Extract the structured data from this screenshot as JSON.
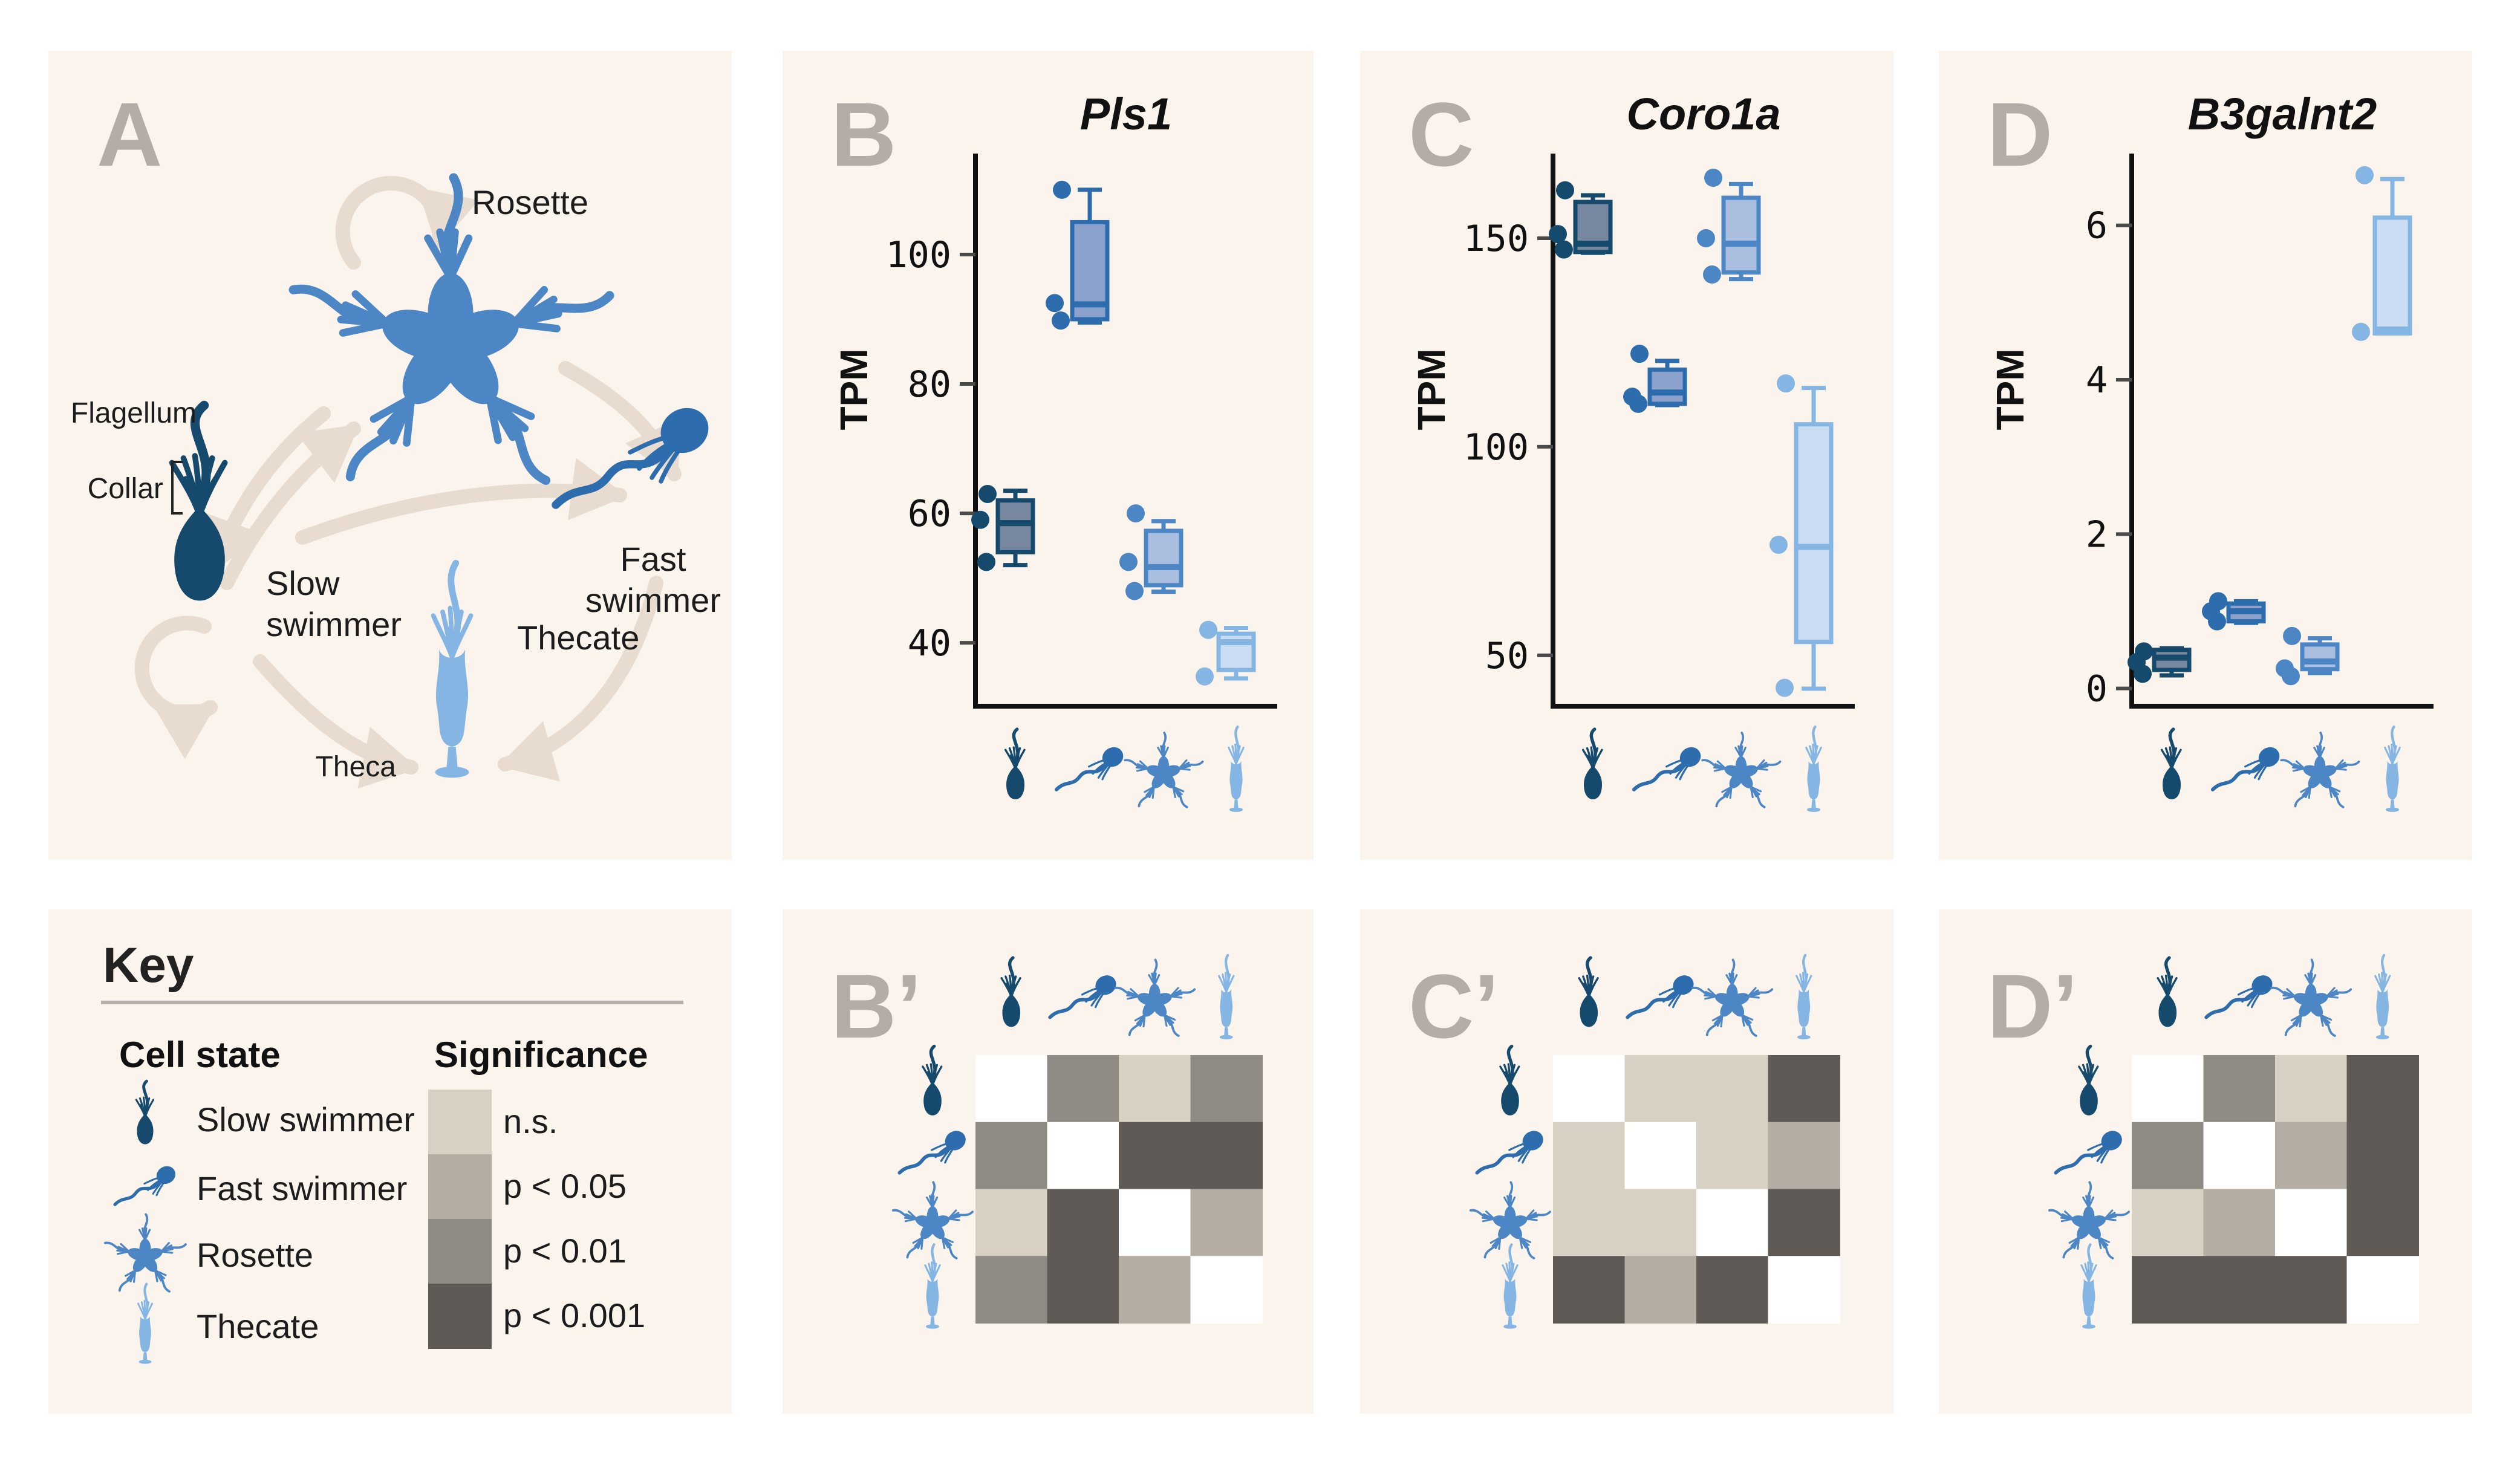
{
  "page": {
    "background": "#ffffff",
    "panel_background": "#fbf4ec",
    "letter_color": "#b4aca7",
    "arrow_color": "#e8dcd0",
    "text_color": "#1c1c1c"
  },
  "cell_states": [
    {
      "id": "slow",
      "label": "Slow swimmer",
      "color": "#164a6d",
      "box_fill": "#76879f"
    },
    {
      "id": "fast",
      "label": "Fast swimmer",
      "color": "#2d6dad",
      "box_fill": "#8ca2cd"
    },
    {
      "id": "rosette",
      "label": "Rosette",
      "color": "#4d86c5",
      "box_fill": "#aabedf"
    },
    {
      "id": "thecate",
      "label": "Thecate",
      "color": "#85b6e3",
      "box_fill": "#c9dcf2"
    }
  ],
  "significance_levels": [
    {
      "label": "n.s.",
      "color": "#d8d1c3"
    },
    {
      "label": "p < 0.05",
      "color": "#b5aca4"
    },
    {
      "label": "p < 0.01",
      "color": "#908a84"
    },
    {
      "label": "p < 0.001",
      "color": "#5f5a56"
    }
  ],
  "panel_a": {
    "letter": "A",
    "labels": {
      "rosette": "Rosette",
      "flagellum": "Flagellum",
      "collar": "Collar",
      "slow_line1": "Slow",
      "slow_line2": "swimmer",
      "fast_line1": "Fast",
      "fast_line2": "swimmer",
      "thecate": "Thecate",
      "theca": "Theca"
    }
  },
  "key": {
    "title": "Key",
    "cell_state_header": "Cell state",
    "significance_header": "Significance"
  },
  "chart_data": [
    {
      "panel": "B",
      "type": "boxplot",
      "title": "Pls1",
      "ylabel": "TPM",
      "groups": [
        "Slow swimmer",
        "Fast swimmer",
        "Rosette",
        "Thecate"
      ],
      "yticks": [
        40,
        60,
        80,
        100
      ],
      "ylim": [
        30.2,
        115.6
      ],
      "grid": false,
      "boxes": [
        {
          "whislo": 52,
          "q1": 54,
          "med": 58.5,
          "q3": 62,
          "whishi": 63.5,
          "points": [
            63,
            59,
            52.5
          ]
        },
        {
          "whislo": 89.5,
          "q1": 90,
          "med": 92.3,
          "q3": 105,
          "whishi": 110,
          "points": [
            110,
            92.5,
            89.8
          ]
        },
        {
          "whislo": 47.9,
          "q1": 48.9,
          "med": 51.7,
          "q3": 57.3,
          "whishi": 58.8,
          "points": [
            60,
            52.5,
            48
          ]
        },
        {
          "whislo": 34.5,
          "q1": 35.8,
          "med": 40.1,
          "q3": 41.4,
          "whishi": 42.3,
          "points": [
            42,
            34.8
          ]
        }
      ]
    },
    {
      "panel": "C",
      "type": "boxplot",
      "title": "Coro1a",
      "ylabel": "TPM",
      "groups": [
        "Slow swimmer",
        "Fast swimmer",
        "Rosette",
        "Thecate"
      ],
      "yticks": [
        50,
        100,
        150
      ],
      "ylim": [
        37.8,
        170.3
      ],
      "grid": false,
      "boxes": [
        {
          "whislo": 146.5,
          "q1": 146.7,
          "med": 148.7,
          "q3": 158.7,
          "whishi": 160.3,
          "points": [
            161.5,
            151,
            147.3
          ]
        },
        {
          "whislo": 110,
          "q1": 110.3,
          "med": 113,
          "q3": 118.5,
          "whishi": 120.6,
          "points": [
            122.3,
            112,
            110.3
          ]
        },
        {
          "whislo": 140.2,
          "q1": 141.8,
          "med": 148.7,
          "q3": 159.7,
          "whishi": 163,
          "points": [
            164.5,
            150,
            141.3
          ]
        },
        {
          "whislo": 42,
          "q1": 53.2,
          "med": 76,
          "q3": 105.4,
          "whishi": 114.1,
          "points": [
            115.2,
            76.5,
            42.2
          ]
        }
      ]
    },
    {
      "panel": "D",
      "type": "boxplot",
      "title": "B3galnt2",
      "ylabel": "TPM",
      "groups": [
        "Slow swimmer",
        "Fast swimmer",
        "Rosette",
        "Thecate"
      ],
      "yticks": [
        0,
        2,
        4,
        6
      ],
      "ylim": [
        -0.23,
        6.93
      ],
      "grid": false,
      "boxes": [
        {
          "whislo": 0.17,
          "q1": 0.24,
          "med": 0.4,
          "q3": 0.5,
          "whishi": 0.52,
          "points": [
            0.48,
            0.34,
            0.19
          ]
        },
        {
          "whislo": 0.85,
          "q1": 0.87,
          "med": 1.0,
          "q3": 1.1,
          "whishi": 1.13,
          "points": [
            1.13,
            1.0,
            0.87
          ]
        },
        {
          "whislo": 0.2,
          "q1": 0.25,
          "med": 0.35,
          "q3": 0.57,
          "whishi": 0.65,
          "points": [
            0.68,
            0.26,
            0.16
          ]
        },
        {
          "whislo": 4.6,
          "q1": 4.6,
          "med": 4.65,
          "q3": 6.1,
          "whishi": 6.6,
          "points": [
            6.65,
            4.62
          ]
        }
      ]
    },
    {
      "panel": "B’",
      "type": "heatmap",
      "gene": "Pls1",
      "rows": [
        "Slow swimmer",
        "Fast swimmer",
        "Rosette",
        "Thecate"
      ],
      "cols": [
        "Slow swimmer",
        "Fast swimmer",
        "Rosette",
        "Thecate"
      ],
      "values": [
        [
          "self",
          "p < 0.01",
          "n.s.",
          "p < 0.01"
        ],
        [
          "p < 0.01",
          "self",
          "p < 0.001",
          "p < 0.001"
        ],
        [
          "n.s.",
          "p < 0.001",
          "self",
          "p < 0.05"
        ],
        [
          "p < 0.01",
          "p < 0.001",
          "p < 0.05",
          "self"
        ]
      ]
    },
    {
      "panel": "C’",
      "type": "heatmap",
      "gene": "Coro1a",
      "rows": [
        "Slow swimmer",
        "Fast swimmer",
        "Rosette",
        "Thecate"
      ],
      "cols": [
        "Slow swimmer",
        "Fast swimmer",
        "Rosette",
        "Thecate"
      ],
      "values": [
        [
          "self",
          "n.s.",
          "n.s.",
          "p < 0.001"
        ],
        [
          "n.s.",
          "self",
          "n.s.",
          "p < 0.05"
        ],
        [
          "n.s.",
          "n.s.",
          "self",
          "p < 0.001"
        ],
        [
          "p < 0.001",
          "p < 0.05",
          "p < 0.001",
          "self"
        ]
      ]
    },
    {
      "panel": "D’",
      "type": "heatmap",
      "gene": "B3galnt2",
      "rows": [
        "Slow swimmer",
        "Fast swimmer",
        "Rosette",
        "Thecate"
      ],
      "cols": [
        "Slow swimmer",
        "Fast swimmer",
        "Rosette",
        "Thecate"
      ],
      "values": [
        [
          "self",
          "p < 0.01",
          "n.s.",
          "p < 0.001"
        ],
        [
          "p < 0.01",
          "self",
          "p < 0.05",
          "p < 0.001"
        ],
        [
          "n.s.",
          "p < 0.05",
          "self",
          "p < 0.001"
        ],
        [
          "p < 0.001",
          "p < 0.001",
          "p < 0.001",
          "self"
        ]
      ]
    }
  ]
}
